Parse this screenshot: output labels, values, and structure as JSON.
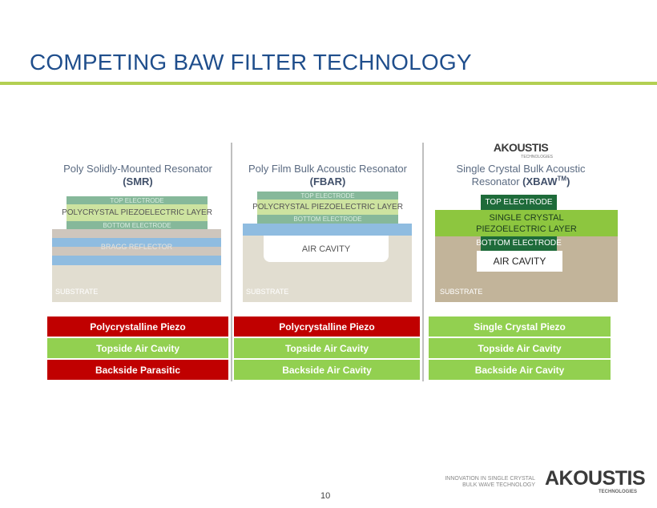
{
  "title": "COMPETING BAW FILTER TECHNOLOGY",
  "columns": [
    {
      "caption_line1": "Poly Solidly-Mounted Resonator",
      "caption_line2": "(SMR)",
      "layers": {
        "top_electrode": "TOP ELECTRODE",
        "piezo": "POLYCRYSTAL PIEZOELECTRIC LAYER",
        "bottom_electrode": "BOTTOM ELECTRODE",
        "reflector": "BRAGG REFLECTOR",
        "substrate": "SUBSTRATE"
      },
      "tags": [
        "Polycrystalline Piezo",
        "Topside Air Cavity",
        "Backside Parasitic"
      ]
    },
    {
      "caption_line1": "Poly Film Bulk Acoustic Resonator",
      "caption_line2": "(FBAR)",
      "layers": {
        "top_electrode": "TOP ELECTRODE",
        "piezo": "POLYCRYSTAL PIEZOELECTRIC LAYER",
        "bottom_electrode": "BOTTOM ELECTRODE",
        "cavity": "AIR CAVITY",
        "substrate": "SUBSTRATE"
      },
      "tags": [
        "Polycrystalline Piezo",
        "Topside Air Cavity",
        "Backside Air Cavity"
      ]
    },
    {
      "caption_line1": "Single Crystal Bulk Acoustic",
      "caption_line2a": "Resonator ",
      "caption_line2b": "(XBAW",
      "caption_tm": "TM",
      "caption_close": ")",
      "logo": "AKOUSTIS",
      "logo_sub": "TECHNOLOGIES",
      "layers": {
        "top_electrode": "TOP ELECTRODE",
        "piezo_1": "SINGLE CRYSTAL",
        "piezo_2": "PIEZOELECTRIC LAYER",
        "bottom_electrode": "BOTTOM ELECTRODE",
        "cavity": "AIR CAVITY",
        "substrate": "SUBSTRATE"
      },
      "tags": [
        "Single Crystal Piezo",
        "Topside Air Cavity",
        "Backside Air Cavity"
      ]
    }
  ],
  "footer": {
    "tagline_1": "INNOVATION IN SINGLE CRYSTAL",
    "tagline_2": "BULK WAVE TECHNOLOGY",
    "logo": "AKOUSTIS",
    "logo_sub": "TECHNOLOGIES",
    "page_number": "10"
  },
  "colors": {
    "title": "#1f4e8c",
    "rule": "#b3cf52",
    "red": "#c00000",
    "green": "#92d050"
  }
}
